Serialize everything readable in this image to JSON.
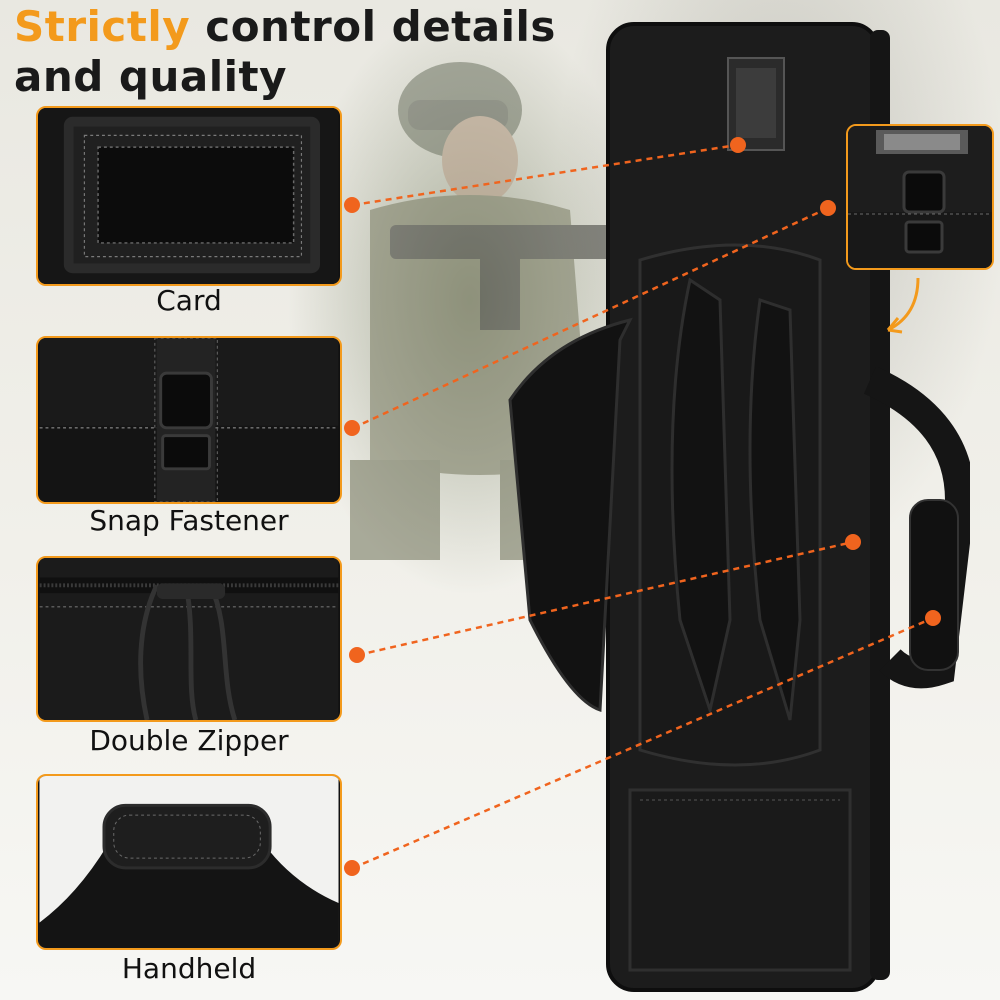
{
  "headline": {
    "accent": "Strictly",
    "rest_line1": " control details",
    "line2": "and quality"
  },
  "features": [
    {
      "label": "Card"
    },
    {
      "label": "Snap Fastener"
    },
    {
      "label": "Double Zipper"
    },
    {
      "label": "Handheld"
    }
  ],
  "colors": {
    "accent": "#f39a1c",
    "callout": "#f0641e",
    "bag": "#1b1b1b"
  }
}
